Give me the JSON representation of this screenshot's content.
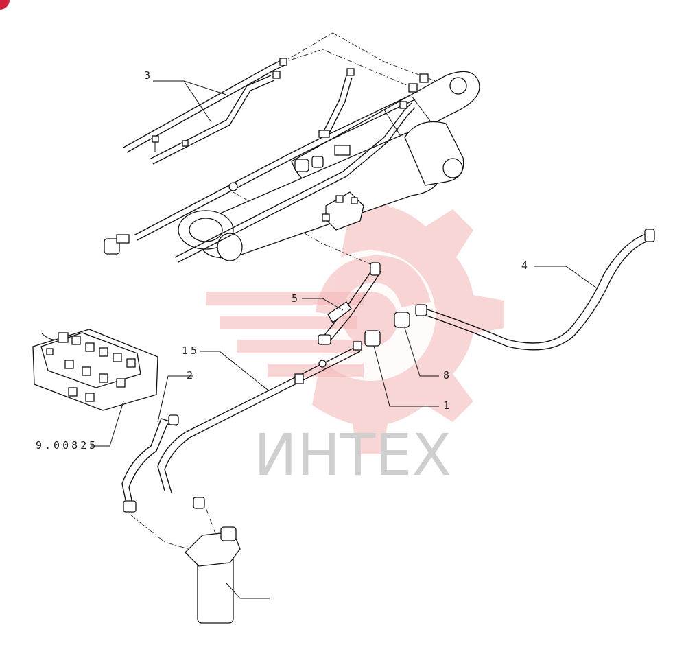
{
  "callouts": {
    "c3": "3",
    "c4": "4",
    "c5": "5",
    "c15": "15",
    "c2": "2",
    "c8": "8",
    "c1": "1",
    "ref": "9.00825"
  },
  "watermark": {
    "text": "ИНТЕХ",
    "color": "#e35a5a"
  }
}
